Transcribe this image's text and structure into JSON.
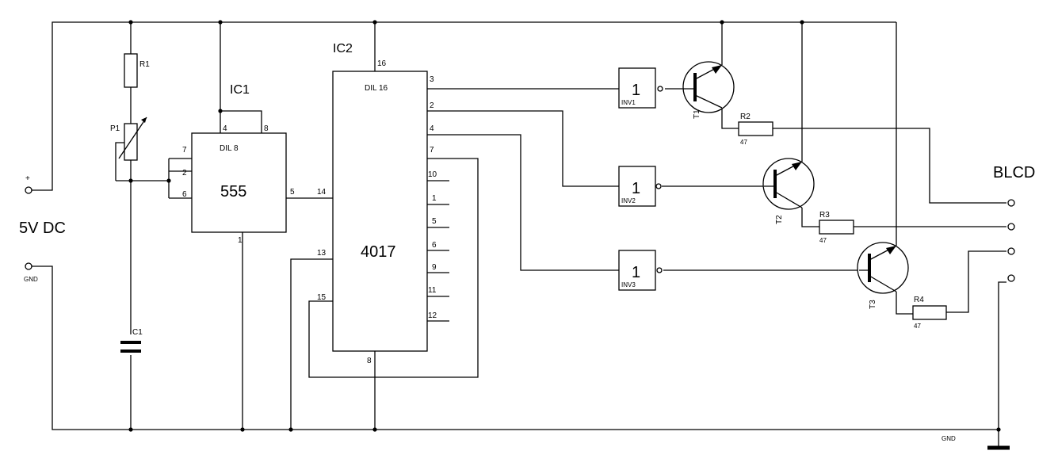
{
  "power": {
    "plus": "+",
    "supply": "5V DC",
    "gnd": "GND"
  },
  "output": {
    "label": "BLCD"
  },
  "ground_symbol": {
    "label": "GND"
  },
  "ic1": {
    "ref": "IC1",
    "package": "DIL 8",
    "part": "555",
    "pins": {
      "p4": "4",
      "p8": "8",
      "p7": "7",
      "p2": "2",
      "p6": "6",
      "p5": "5",
      "p1": "1"
    }
  },
  "ic2": {
    "ref": "IC2",
    "package": "DIL 16",
    "part": "4017",
    "pins": {
      "p16": "16",
      "p3": "3",
      "p2": "2",
      "p4": "4",
      "p7": "7",
      "p10": "10",
      "p1": "1",
      "p5": "5",
      "p6": "6",
      "p9": "9",
      "p11": "11",
      "p12": "12",
      "p14": "14",
      "p13": "13",
      "p15": "15",
      "p8": "8"
    }
  },
  "inverters": [
    {
      "symbol": "1",
      "ref": "INV1"
    },
    {
      "symbol": "1",
      "ref": "INV2"
    },
    {
      "symbol": "1",
      "ref": "INV3"
    }
  ],
  "transistors": [
    {
      "ref": "T1"
    },
    {
      "ref": "T2"
    },
    {
      "ref": "T3"
    }
  ],
  "resistors": [
    {
      "ref": "R1",
      "value": ""
    },
    {
      "ref": "R2",
      "value": "47"
    },
    {
      "ref": "R3",
      "value": "47"
    },
    {
      "ref": "R4",
      "value": "47"
    }
  ],
  "potentiometer": {
    "ref": "P1"
  },
  "capacitor": {
    "ref": "C1"
  }
}
